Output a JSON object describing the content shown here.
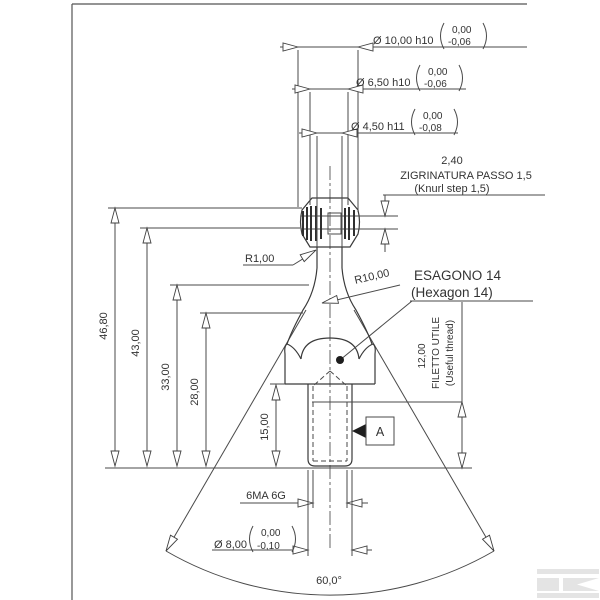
{
  "drawing": {
    "dims_top": [
      {
        "label": "Ø 10,00 h10",
        "tol_plus": "0,00",
        "tol_minus": "-0,06"
      },
      {
        "label": "Ø 6,50 h10",
        "tol_plus": "0,00",
        "tol_minus": "-0,06"
      },
      {
        "label": "Ø 4,50 h11",
        "tol_plus": "0,00",
        "tol_minus": "-0,08"
      }
    ],
    "knurl": {
      "height": "2,40",
      "note_it": "ZIGRINATURA PASSO 1,5",
      "note_en": "(Knurl step 1,5)"
    },
    "radii": {
      "r1": "R1,00",
      "r10": "R10,00"
    },
    "hexagon": {
      "it": "ESAGONO 14",
      "en": "(Hexagon 14)"
    },
    "heights": [
      "46,80",
      "43,00",
      "33,00",
      "28,00",
      "15,00"
    ],
    "thread": {
      "length": "12,00",
      "it": "FILETTO UTILE",
      "en": "(Useful thread)",
      "spec": "6MA 6G"
    },
    "dia8": {
      "label": "Ø 8,00",
      "tol_plus": "0,00",
      "tol_minus": "-0,10"
    },
    "cone_angle": "60,0°",
    "datum": "A"
  }
}
